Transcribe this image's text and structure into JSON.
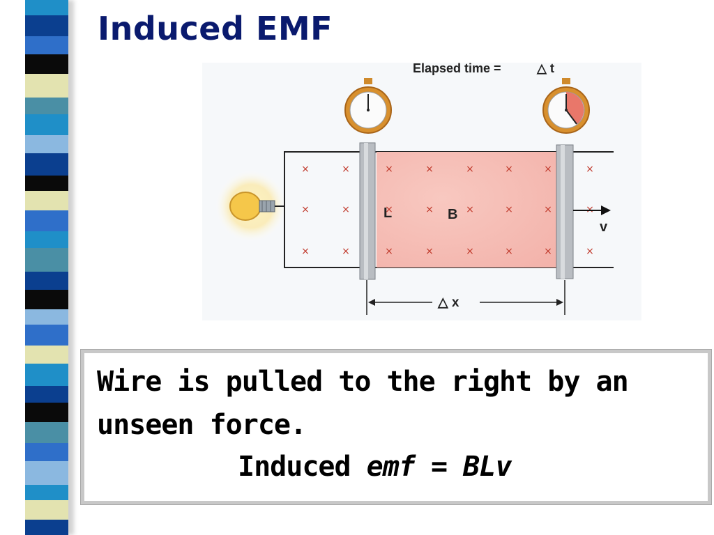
{
  "slide": {
    "title": "Induced EMF"
  },
  "diagram": {
    "elapsed_label": "Elapsed time =",
    "elapsed_symbol": "△ t",
    "length_label": "L",
    "field_label": "B",
    "velocity_label": "v",
    "displacement_label": "△ x",
    "field_symbol": "×"
  },
  "caption": {
    "line1": "Wire is pulled to the right by an",
    "line2": "unseen force.",
    "formula_prefix": "Induced ",
    "formula_emf": "emf",
    "formula_eq": " = ",
    "formula_rhs": "BLv"
  },
  "colors": {
    "title": "#0a1a6e",
    "field_region": "#f4b8b0",
    "rail": "#b8bcc0",
    "bulb": "#f5c74a",
    "clock_ring": "#d08a2a",
    "sidebar_palette": [
      "#1f8fc8",
      "#0b3f8f",
      "#2f6fc9",
      "#0a0a0a",
      "#e3e3b0",
      "#4a8fa5",
      "#8bb8e0"
    ]
  }
}
